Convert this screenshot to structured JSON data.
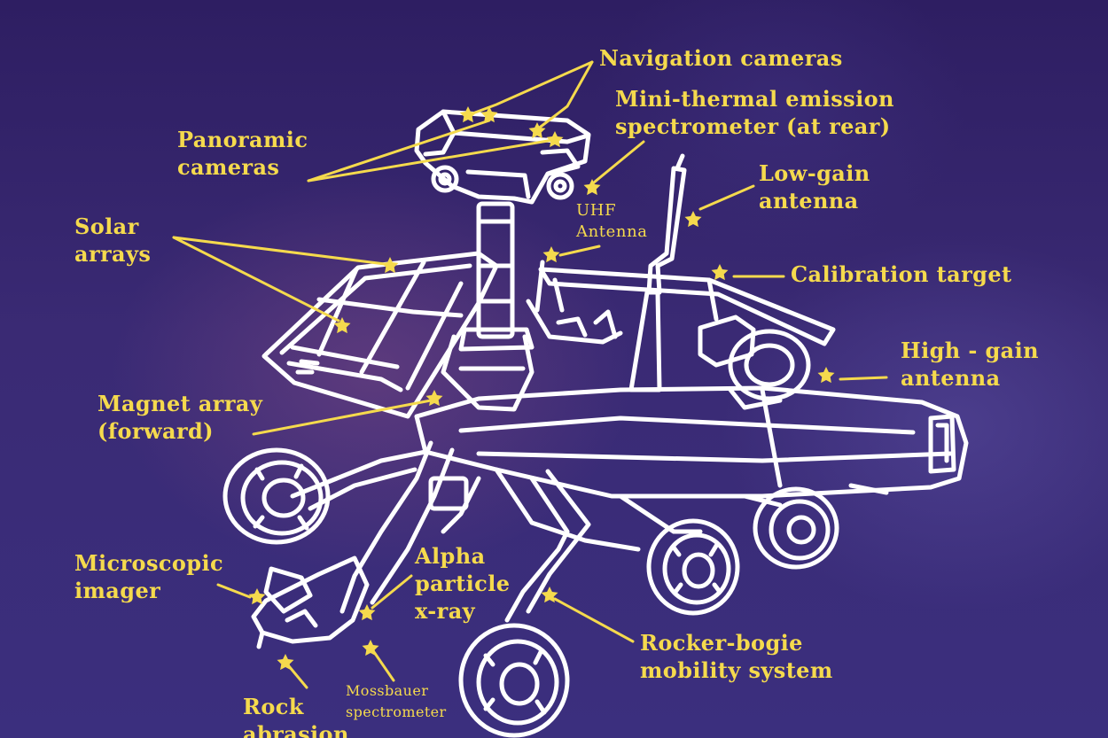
{
  "colors": {
    "background": "#33246c",
    "line_art": "#ffffff",
    "label_text": "#f5da4d",
    "marker": "#f5da4d"
  },
  "marker_icon": "star-icon",
  "labels": {
    "navigation_cameras": [
      "Navigation cameras"
    ],
    "mini_tes": [
      "Mini-thermal emission",
      "spectrometer (at rear)"
    ],
    "panoramic_cameras": [
      "Panoramic",
      "cameras"
    ],
    "low_gain_antenna": [
      "Low-gain",
      "antenna"
    ],
    "uhf_antenna": [
      "UHF",
      "Antenna"
    ],
    "solar_arrays": [
      "Solar",
      "arrays"
    ],
    "calibration_target": [
      "Calibration target"
    ],
    "high_gain_antenna": [
      "High - gain",
      "antenna"
    ],
    "magnet_array": [
      "Magnet array",
      "(forward)"
    ],
    "microscopic_imager": [
      "Microscopic",
      "imager"
    ],
    "alpha_particle": [
      "Alpha",
      "particle",
      "x-ray"
    ],
    "rocker_bogie": [
      "Rocker-bogie",
      "mobility system"
    ],
    "rock_abrasion": [
      "Rock",
      "abrasion"
    ],
    "mossbauer": [
      "Mossbauer",
      "spectrometer"
    ]
  }
}
